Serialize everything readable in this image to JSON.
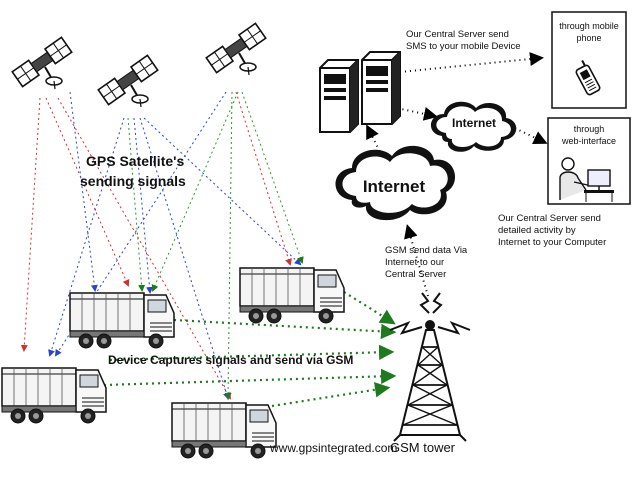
{
  "labels": {
    "gps_line1": "GPS Satellite's",
    "gps_line2": "sending signals",
    "server_sms_line1": "Our Central Server send",
    "server_sms_line2": "SMS to your mobile Device",
    "mobile_box_line1": "through mobile",
    "mobile_box_line2": "phone",
    "web_box_line1": "through",
    "web_box_line2": "web-interface",
    "internet_small": "Internet",
    "internet_big": "Internet",
    "detail_line1": "Our Central Server send",
    "detail_line2": "detailed activity by",
    "detail_line3": "Internet to your Computer",
    "gsm_send_line1": "GSM send data Via",
    "gsm_send_line2": "Internet  to our",
    "gsm_send_line3": "Central Server",
    "device_captures": "Device Captures signals and send via GSM",
    "website": "www.gpsintegrated.com",
    "gsm_tower": "GSM tower"
  },
  "colors": {
    "red_signal": "#d03030",
    "blue_signal": "#2a44c8",
    "green_signal": "#2a9a2a",
    "green_link": "#1d7a1d"
  },
  "icons": [
    "satellite-icon",
    "server-icon",
    "cloud-icon",
    "mobile-phone-icon",
    "computer-user-icon",
    "truck-icon",
    "gsm-tower-icon"
  ]
}
